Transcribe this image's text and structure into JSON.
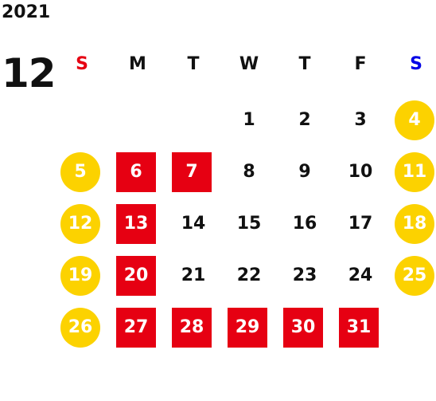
{
  "calendar": {
    "year": "2021",
    "month": "12",
    "weekdays": [
      {
        "label": "S",
        "color": "#e60012"
      },
      {
        "label": "M",
        "color": "#111111"
      },
      {
        "label": "T",
        "color": "#111111"
      },
      {
        "label": "W",
        "color": "#111111"
      },
      {
        "label": "T",
        "color": "#111111"
      },
      {
        "label": "F",
        "color": "#111111"
      },
      {
        "label": "S",
        "color": "#0000e6"
      }
    ],
    "highlight_colors": {
      "weekend_circle": "#fcd200",
      "holiday_square": "#e60012",
      "normal_text": "#111111"
    },
    "days": [
      {
        "label": "1",
        "style": "plain"
      },
      {
        "label": "2",
        "style": "plain"
      },
      {
        "label": "3",
        "style": "plain"
      },
      {
        "label": "4",
        "style": "circle"
      },
      {
        "label": "5",
        "style": "circle"
      },
      {
        "label": "6",
        "style": "square"
      },
      {
        "label": "7",
        "style": "square"
      },
      {
        "label": "8",
        "style": "plain"
      },
      {
        "label": "9",
        "style": "plain"
      },
      {
        "label": "10",
        "style": "plain"
      },
      {
        "label": "11",
        "style": "circle"
      },
      {
        "label": "12",
        "style": "circle"
      },
      {
        "label": "13",
        "style": "square"
      },
      {
        "label": "14",
        "style": "plain"
      },
      {
        "label": "15",
        "style": "plain"
      },
      {
        "label": "16",
        "style": "plain"
      },
      {
        "label": "17",
        "style": "plain"
      },
      {
        "label": "18",
        "style": "circle"
      },
      {
        "label": "19",
        "style": "circle"
      },
      {
        "label": "20",
        "style": "square"
      },
      {
        "label": "21",
        "style": "plain"
      },
      {
        "label": "22",
        "style": "plain"
      },
      {
        "label": "23",
        "style": "plain"
      },
      {
        "label": "24",
        "style": "plain"
      },
      {
        "label": "25",
        "style": "circle"
      },
      {
        "label": "26",
        "style": "circle"
      },
      {
        "label": "27",
        "style": "square"
      },
      {
        "label": "28",
        "style": "square"
      },
      {
        "label": "29",
        "style": "square"
      },
      {
        "label": "30",
        "style": "square"
      },
      {
        "label": "31",
        "style": "square"
      }
    ]
  }
}
